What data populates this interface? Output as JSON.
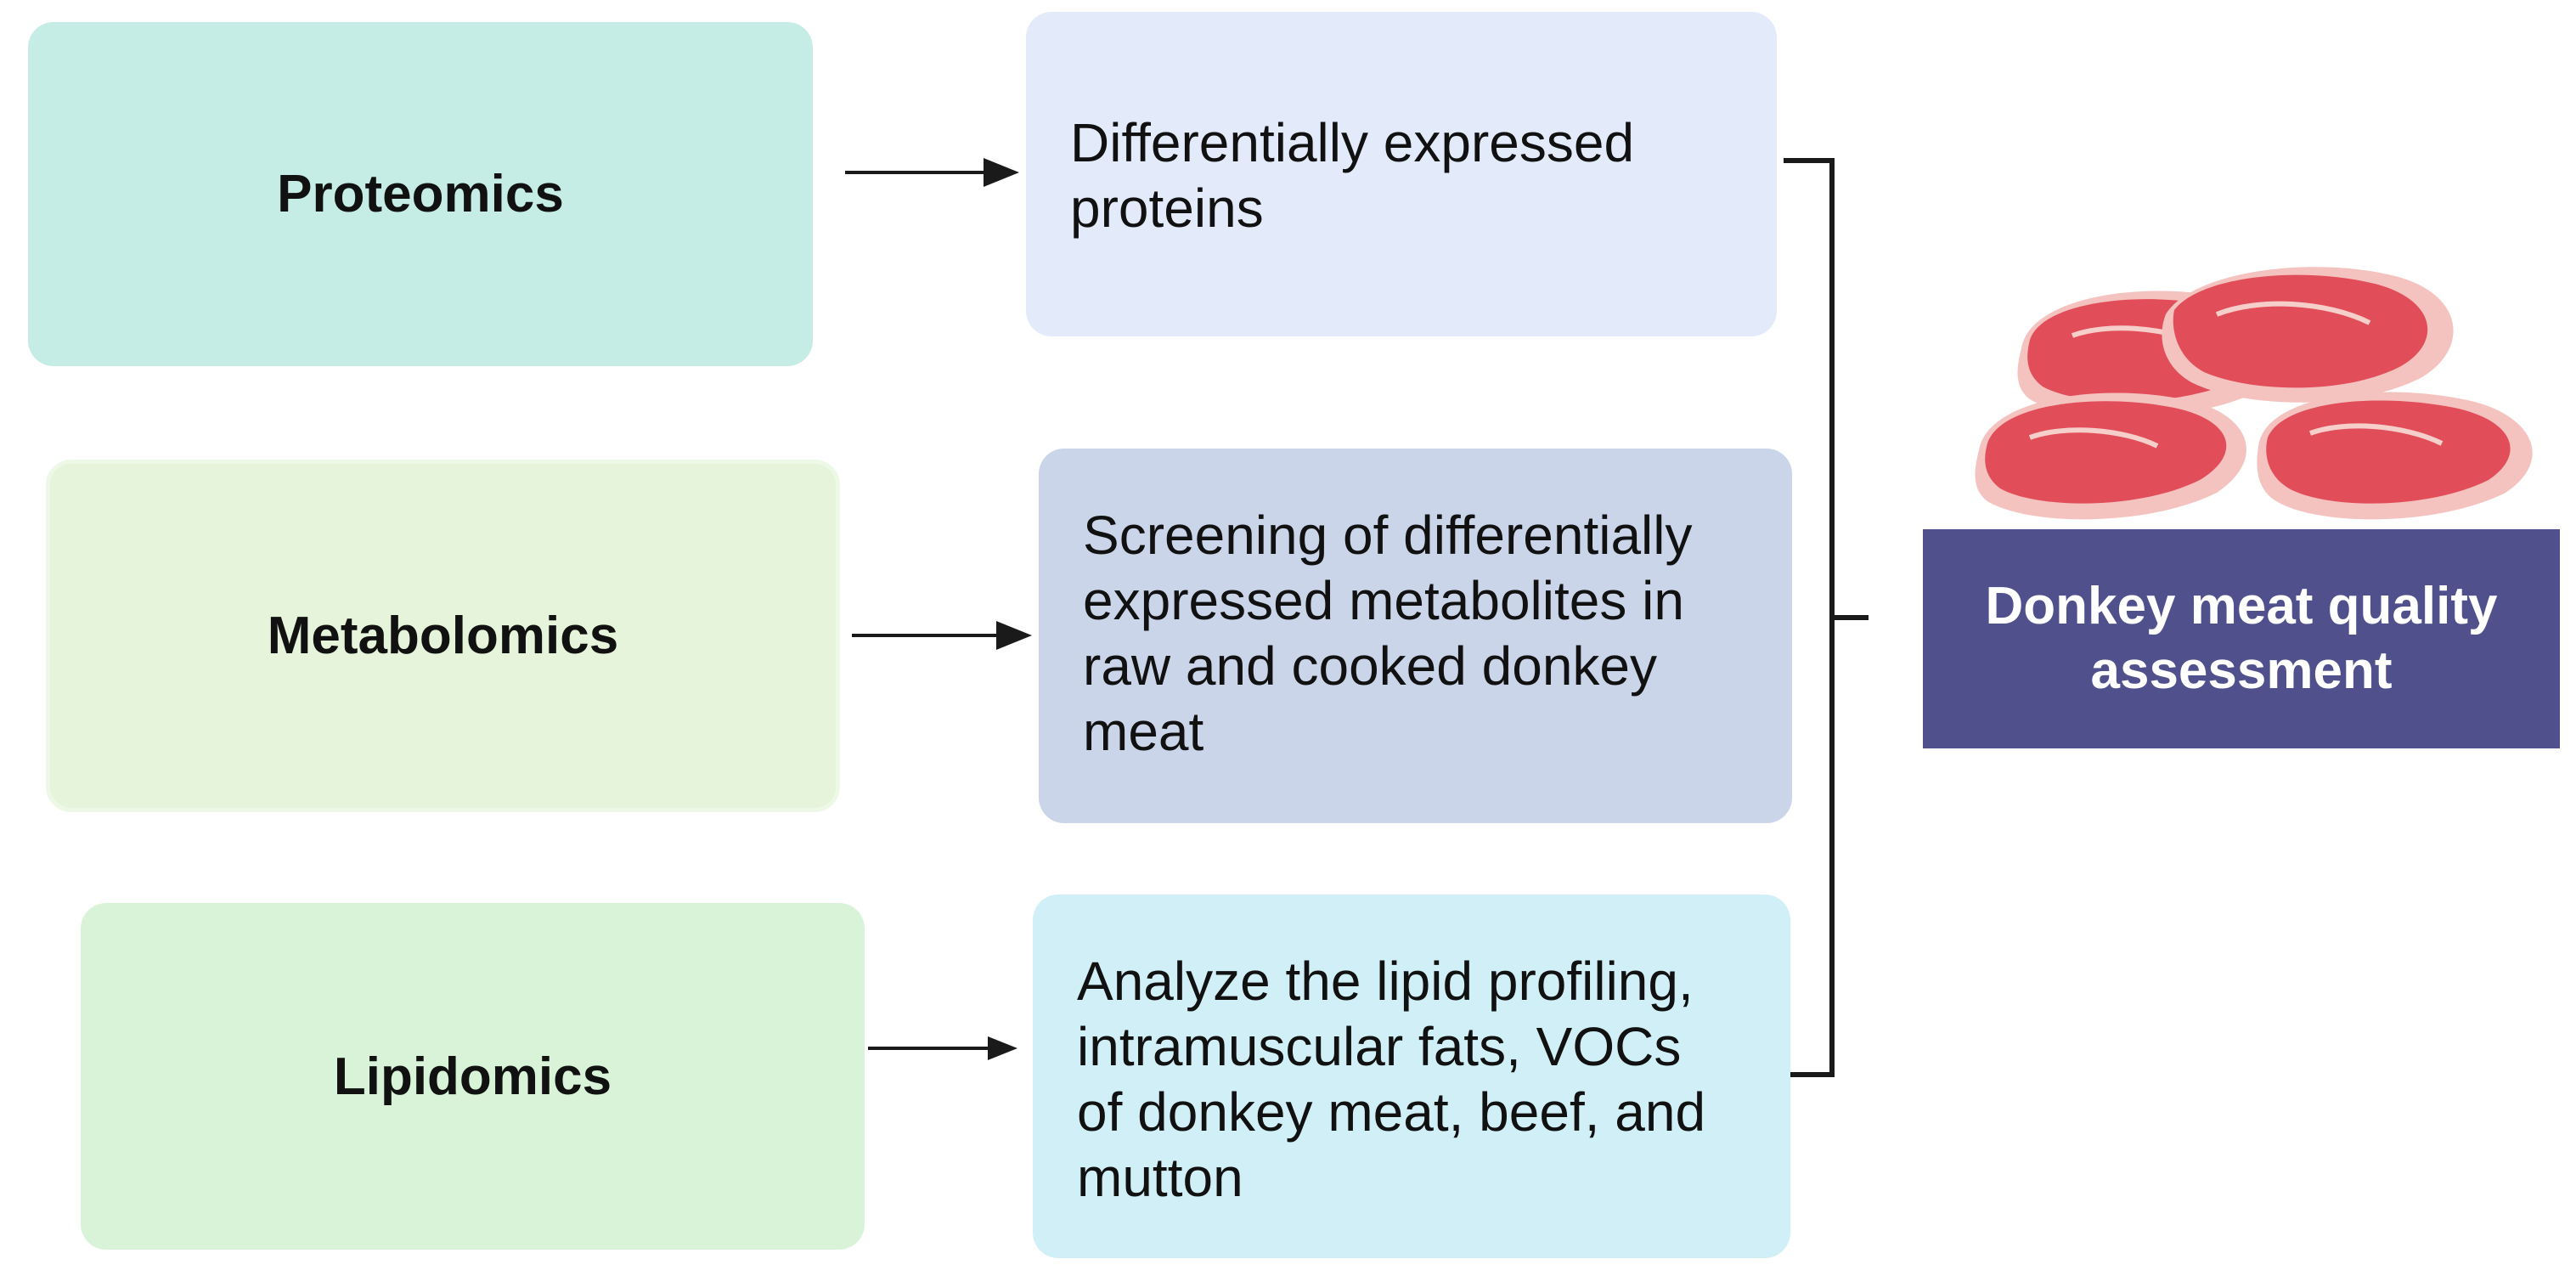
{
  "omics": [
    {
      "label": "Proteomics",
      "color": "#c6ece6"
    },
    {
      "label": "Metabolomics",
      "color": "#e5f4da"
    },
    {
      "label": "Lipidomics",
      "color": "#d9f3d9"
    }
  ],
  "outcomes": [
    {
      "lines": [
        "Differentially expressed",
        "proteins"
      ],
      "color": "#e3ebfb"
    },
    {
      "lines": [
        "Screening of differentially",
        "expressed metabolites in",
        "raw and cooked donkey",
        "meat"
      ],
      "color": "#cbd5ea"
    },
    {
      "lines": [
        "Analyze the lipid profiling,",
        "intramuscular fats, VOCs",
        "of donkey meat, beef, and",
        "mutton"
      ],
      "color": "#d1eff6"
    }
  ],
  "result": {
    "lines": [
      "Donkey meat quality",
      "assessment"
    ],
    "color": "#4f508c"
  },
  "illustration": {
    "icon": "raw-meat-steaks-icon",
    "meat_color": "#e0505a",
    "fat_color": "#f6c8c4"
  }
}
